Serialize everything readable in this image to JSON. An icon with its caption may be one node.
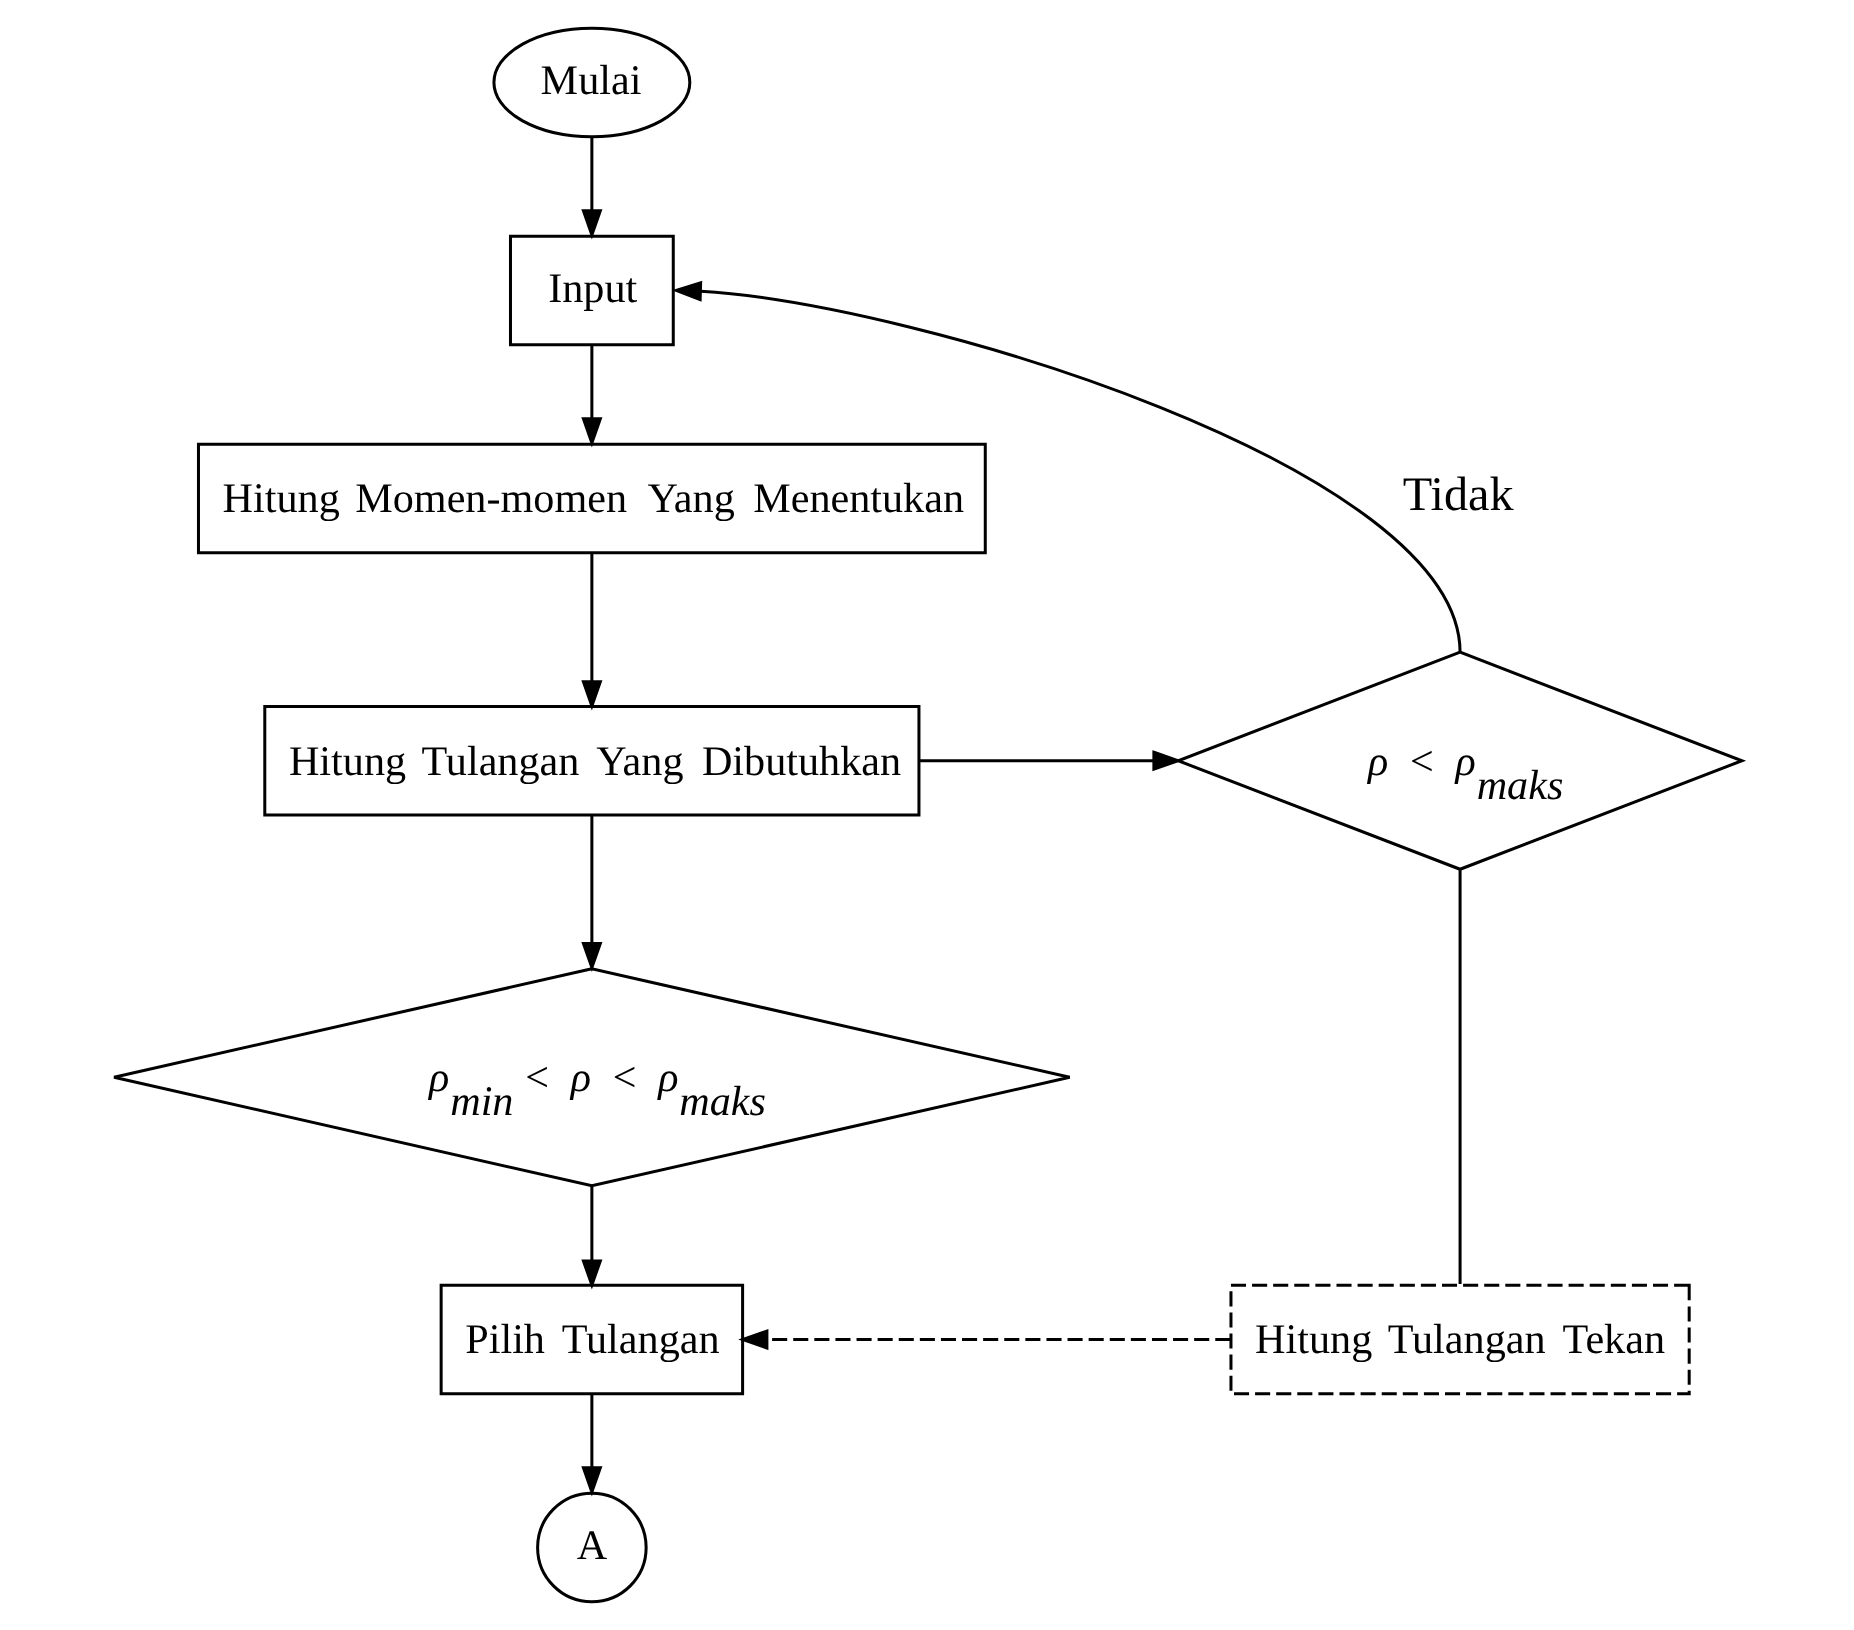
{
  "diagram": {
    "nodes": [
      {
        "text": [
          "Mulai"
        ]
      },
      {
        "text": [
          "Input"
        ]
      },
      {
        "text": [
          "Hitung Momen-momen Yang Menentukan"
        ]
      },
      {
        "text": [
          "Hitung Tulangan Yang Dibutuhkan"
        ]
      },
      {
        "text": [
          "ρ < ρ$_{maks}$"
        ]
      },
      {
        "text": [
          "ρ$_{min}$ < ρ < ρ$_{maks}$"
        ]
      },
      {
        "text": [
          "Pilih Tulangan"
        ]
      },
      {
        "text": [
          "Hitung Tulangan Tekan"
        ]
      },
      {
        "text": [
          "A"
        ]
      }
    ],
    "edges": [
      {
        "from": 0,
        "to": 1,
        "arrow": "to"
      },
      {
        "from": 1,
        "to": 2,
        "arrow": "to"
      },
      {
        "from": 2,
        "to": 3,
        "arrow": "to"
      },
      {
        "from": 3,
        "to": 4,
        "arrow": "to"
      },
      {
        "from": 4,
        "to": 1,
        "arrow": "to",
        "label": "Tidak"
      },
      {
        "from": 3,
        "to": 5,
        "arrow": "to"
      },
      {
        "from": 5,
        "to": 6,
        "arrow": "to"
      },
      {
        "from": 4,
        "to": 7,
        "arrow": "none"
      },
      {
        "from": 7,
        "to": 6,
        "arrow": "to",
        "style": "dashed"
      },
      {
        "from": 6,
        "to": 8,
        "arrow": "to"
      }
    ]
  }
}
